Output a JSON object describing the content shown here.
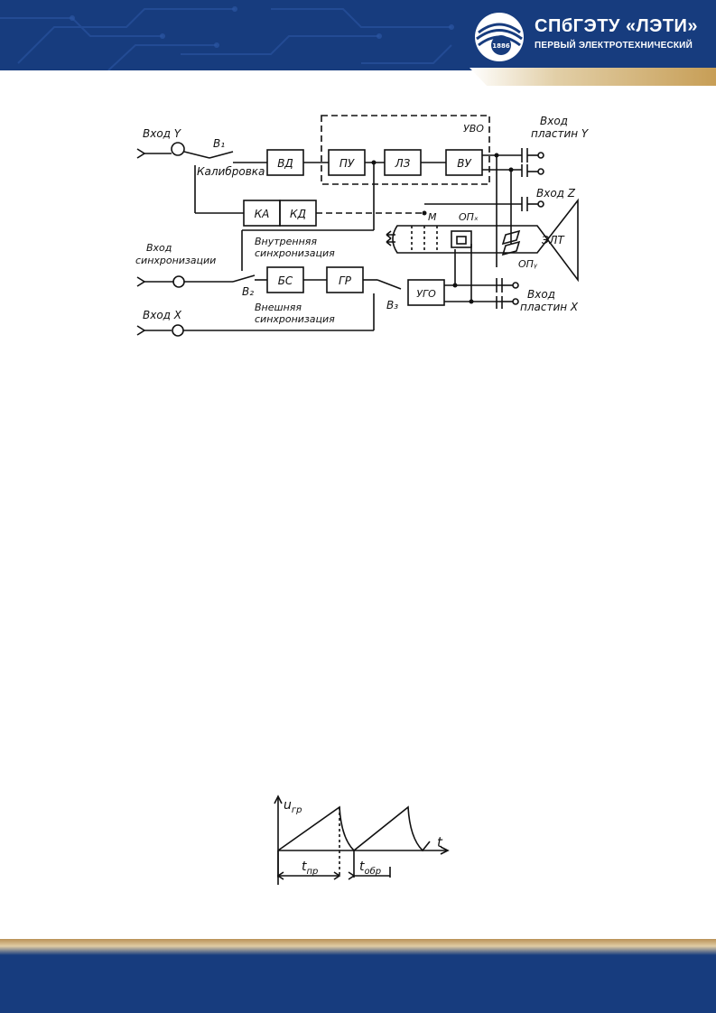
{
  "header": {
    "logo_main": "СПбГЭТУ «ЛЭТИ»",
    "logo_sub": "ПЕРВЫЙ ЭЛЕКТРОТЕХНИЧЕСКИЙ",
    "logo_year": "1886",
    "brand_color": "#173c7e",
    "accent_color": "#c79e56"
  },
  "block_diagram": {
    "input_y": "Вход Y",
    "switch_b1": "В₁",
    "calibration": "Калибровка",
    "uvo": "УВО",
    "block_vd": "ВД",
    "block_pu": "ПУ",
    "block_lz": "ЛЗ",
    "block_vu": "ВУ",
    "plates_y_1": "Вход",
    "plates_y_2": "пластин Y",
    "input_z": "Вход Z",
    "block_ka": "КА",
    "block_kd": "КД",
    "point_m": "М",
    "op_x": "ОПₓ",
    "crt": "ЭЛТ",
    "op_y": "ОПᵧ",
    "sync_input_1": "Вход",
    "sync_input_2": "синхронизации",
    "internal_sync_1": "Внутренняя",
    "internal_sync_2": "синхронизация",
    "switch_b2": "В₂",
    "block_bs": "БС",
    "block_gr": "ГР",
    "switch_b3": "В₃",
    "block_ugo": "УГО",
    "plates_x_1": "Вход",
    "plates_x_2": "пластин Х",
    "input_x": "Вход Х",
    "external_sync_1": "Внешняя",
    "external_sync_2": "синхронизация"
  },
  "waveform": {
    "y_label": "u",
    "y_sub": "гр",
    "x_label": "t",
    "t_forward": "t",
    "t_forward_sub": "пр",
    "t_return": "t",
    "t_return_sub": "обр"
  }
}
